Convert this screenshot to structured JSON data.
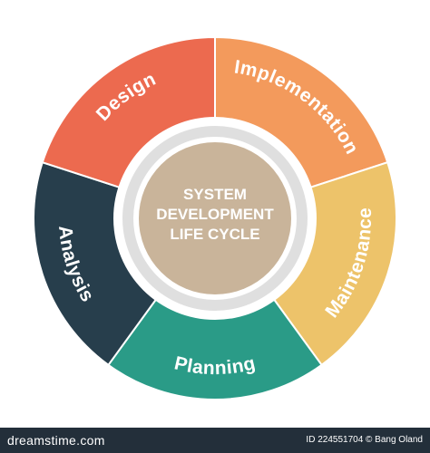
{
  "center": {
    "lines": [
      "SYSTEM",
      "DEVELOPMENT",
      "LIFE CYCLE"
    ],
    "color": "#c9b49a"
  },
  "segments": [
    {
      "label": "Implementation",
      "color": "#f39a5c"
    },
    {
      "label": "Maintenance",
      "color": "#edc36a"
    },
    {
      "label": "Planning",
      "color": "#2a9b87"
    },
    {
      "label": "Analysis",
      "color": "#273e4c"
    },
    {
      "label": "Design",
      "color": "#ec6a4f"
    }
  ],
  "footer": {
    "logo": "dreamstime.com",
    "credit": "ID 224551704 © Bang Oland",
    "background": "#232f3a"
  }
}
